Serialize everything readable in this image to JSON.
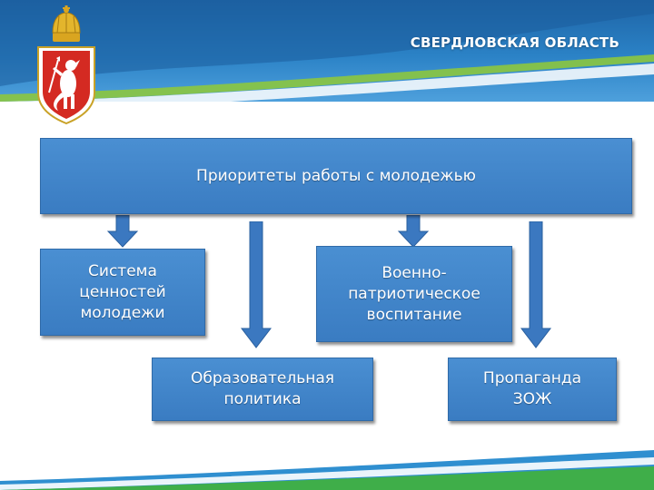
{
  "header": {
    "title": "СВЕРДЛОВСКАЯ ОБЛАСТЬ"
  },
  "emblem": {
    "icon": "sverdlovsk-coat-of-arms-icon"
  },
  "diagram": {
    "root": "Приоритеты работы с молодежью",
    "items": [
      "Система\nценностей\nмолодежи",
      "Военно-\nпатриотическое\nвоспитание",
      "Образовательная\nполитика",
      "Пропаганда\nЗОЖ"
    ]
  },
  "colors": {
    "box_fill": "#3f84c8",
    "arrow_fill": "#3b78c0",
    "header_blue": "#2b82c6",
    "footer_green": "#3fae49"
  }
}
